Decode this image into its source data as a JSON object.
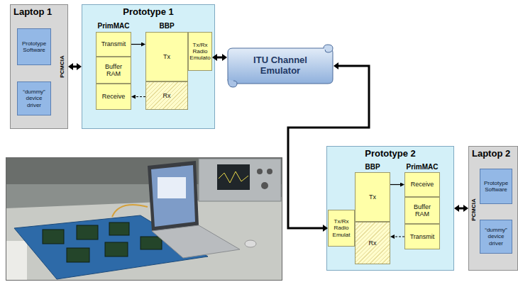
{
  "diagram": {
    "nodes": [
      {
        "text": [
          "Laptop 1"
        ]
      },
      {
        "text": [
          "Prototype Software"
        ],
        "in": 0
      },
      {
        "text": [
          "“dummy” device driver"
        ],
        "in": 0
      },
      {
        "text": [
          "Prototype 1"
        ]
      },
      {
        "text": [
          "Transmit"
        ],
        "in": 3
      },
      {
        "text": [
          "Buffer RAM"
        ],
        "in": 3
      },
      {
        "text": [
          "Receive"
        ],
        "in": 3
      },
      {
        "text": [
          "Tx"
        ],
        "in": 3
      },
      {
        "text": [
          "Rx"
        ],
        "in": 3
      },
      {
        "text": [
          "Tx/Rx Radio Emulato"
        ],
        "in": 3
      },
      {
        "text": [
          "ITU Channel Emulator"
        ]
      },
      {
        "text": [
          "Prototype 2"
        ]
      },
      {
        "text": [
          "Tx"
        ],
        "in": 11
      },
      {
        "text": [
          "Rx"
        ],
        "in": 11
      },
      {
        "text": [
          "Tx/Rx Radio Emulat"
        ],
        "in": 11
      },
      {
        "text": [
          "Receive"
        ],
        "in": 11
      },
      {
        "text": [
          "Buffer RAM"
        ],
        "in": 11
      },
      {
        "text": [
          "Transmit"
        ],
        "in": 11
      },
      {
        "text": [
          "Laptop 2"
        ]
      },
      {
        "text": [
          "Prototype Software"
        ],
        "in": 18
      },
      {
        "text": [
          "“dummy” device driver"
        ],
        "in": 18
      }
    ],
    "edges": [
      {
        "from": 0,
        "to": 3,
        "arrow": "both"
      },
      {
        "from": 9,
        "to": 10,
        "arrow": "both"
      },
      {
        "from": 10,
        "to": 14,
        "arrow": "both"
      },
      {
        "from": 4,
        "to": 7,
        "arrow": "to"
      },
      {
        "from": 8,
        "to": 6,
        "arrow": "to"
      },
      {
        "from": 18,
        "to": 11,
        "arrow": "both"
      },
      {
        "from": 12,
        "to": 15,
        "arrow": "to"
      },
      {
        "from": 17,
        "to": 13,
        "arrow": "to"
      }
    ],
    "labels": [
      "PrimMAC",
      "BBP",
      "PCMCIA",
      "BBP",
      "PrimMAC",
      "PCMCIA"
    ]
  }
}
